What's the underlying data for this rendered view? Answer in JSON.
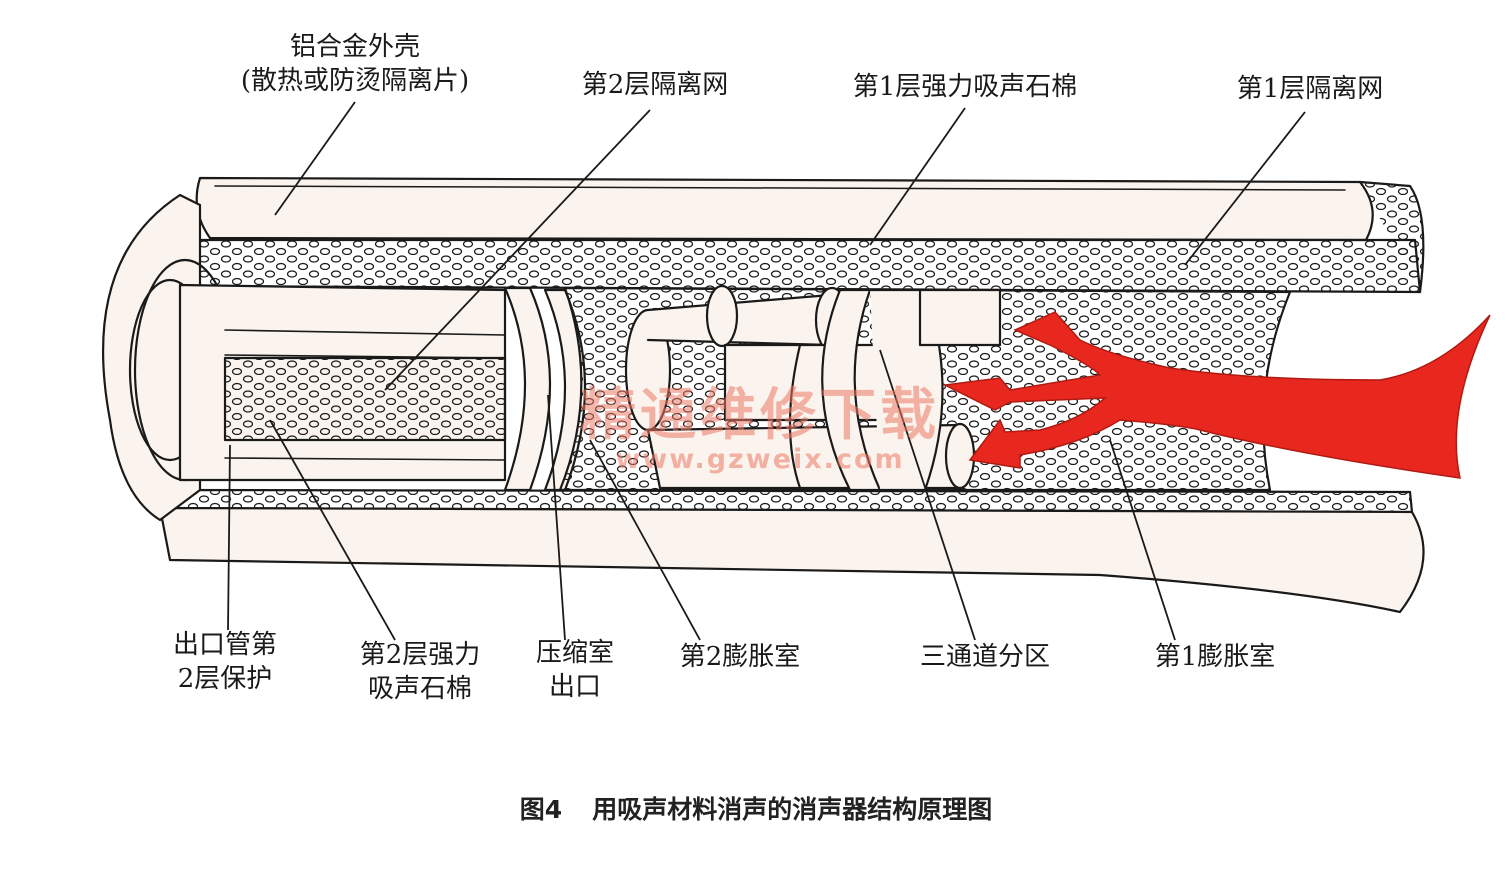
{
  "labels": {
    "shell_line1": "铝合金外壳",
    "shell_line2": "(散热或防烫隔离片)",
    "layer2_mesh": "第2层隔离网",
    "layer1_wool": "第1层强力吸声石棉",
    "layer1_mesh": "第1层隔离网",
    "outlet_line1": "出口管第",
    "outlet_line2": "2层保护",
    "layer2_wool_line1": "第2层强力",
    "layer2_wool_line2": "吸声石棉",
    "comp_line1": "压缩室",
    "comp_line2": "出口",
    "exp2": "第2膨胀室",
    "three_way": "三通道分区",
    "exp1": "第1膨胀室"
  },
  "watermark": {
    "text": "精通维修下载",
    "url": "www.gzweix.com"
  },
  "caption": {
    "number": "图4",
    "title": "用吸声材料消声的消声器结构原理图"
  },
  "colors": {
    "flow_arrow": "#e8281e",
    "line": "#1a1a1a",
    "tube_fill": "#fbf4ee"
  }
}
